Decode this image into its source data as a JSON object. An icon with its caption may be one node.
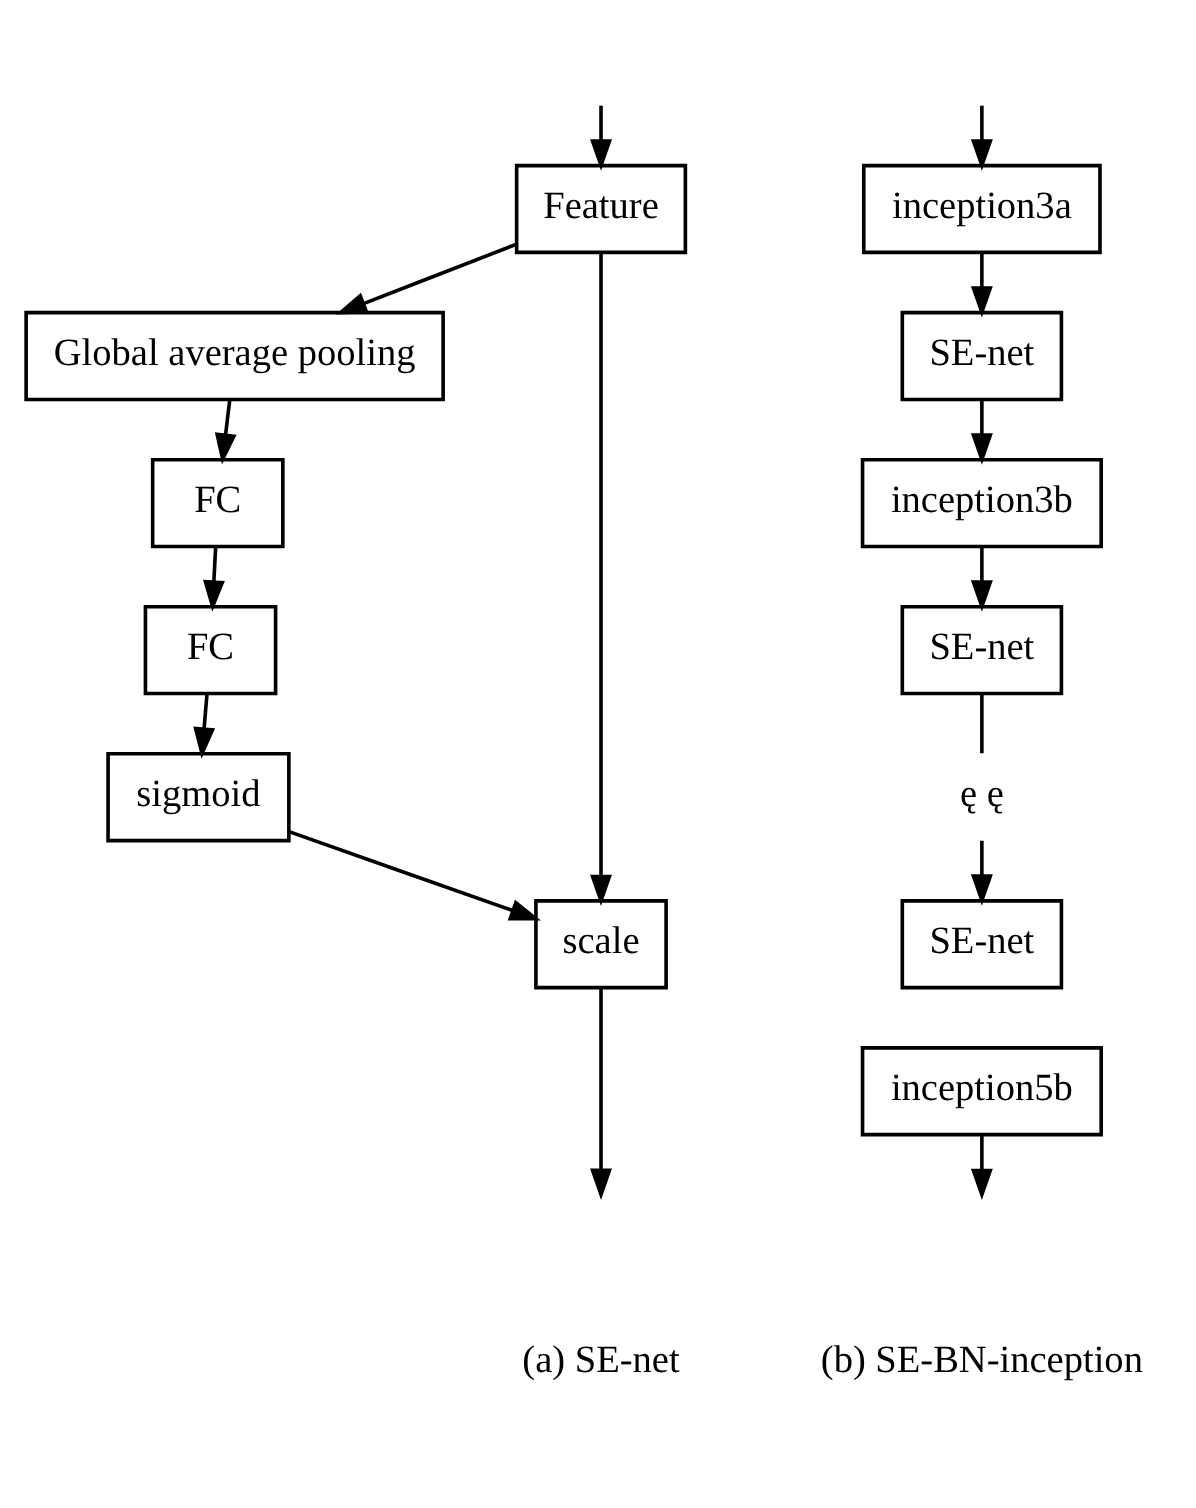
{
  "diagram": {
    "nodes": [
      {
        "text": [
          "Feature"
        ]
      },
      {
        "text": [
          "Global average pooling"
        ]
      },
      {
        "text": [
          "FC"
        ]
      },
      {
        "text": [
          "FC"
        ]
      },
      {
        "text": [
          "sigmoid"
        ]
      },
      {
        "text": [
          "scale"
        ]
      },
      {
        "text": [
          "inception3a"
        ]
      },
      {
        "text": [
          "SE-net"
        ]
      },
      {
        "text": [
          "inception3b"
        ]
      },
      {
        "text": [
          "SE-net"
        ]
      },
      {
        "text": [
          "ę ę"
        ]
      },
      {
        "text": [
          "SE-net"
        ]
      },
      {
        "text": [
          "inception5b"
        ]
      }
    ],
    "edges": [
      {
        "from": null,
        "to": 0,
        "arrow": "to"
      },
      {
        "from": 0,
        "to": 1,
        "arrow": "to"
      },
      {
        "from": 1,
        "to": 2,
        "arrow": "to"
      },
      {
        "from": 2,
        "to": 3,
        "arrow": "to"
      },
      {
        "from": 3,
        "to": 4,
        "arrow": "to"
      },
      {
        "from": 0,
        "to": 5,
        "arrow": "to"
      },
      {
        "from": 4,
        "to": 5,
        "arrow": "to"
      },
      {
        "from": 5,
        "to": null,
        "arrow": "to"
      },
      {
        "from": null,
        "to": 6,
        "arrow": "to"
      },
      {
        "from": 6,
        "to": 7,
        "arrow": "to"
      },
      {
        "from": 7,
        "to": 8,
        "arrow": "to"
      },
      {
        "from": 8,
        "to": 9,
        "arrow": "to"
      },
      {
        "from": 9,
        "to": 10,
        "arrow": "none"
      },
      {
        "from": 10,
        "to": 11,
        "arrow": "to"
      },
      {
        "from": 12,
        "to": null,
        "arrow": "to"
      }
    ],
    "labels": [
      "(a) SE-net",
      "(b) SE-BN-inception"
    ]
  }
}
